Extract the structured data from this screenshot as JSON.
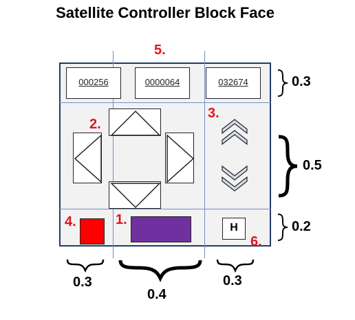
{
  "title": "Satellite Controller Block Face",
  "codes": [
    "000256",
    "0000064",
    "032674"
  ],
  "callouts": {
    "c1": "1.",
    "c2": "2.",
    "c3": "3.",
    "c4": "4.",
    "c5": "5.",
    "c6": "6."
  },
  "hold_label": "H",
  "ratios": {
    "row_top": "0.3",
    "row_mid": "0.5",
    "row_bottom": "0.2",
    "col_left": "0.3",
    "col_mid": "0.4",
    "col_right": "0.3"
  },
  "colors": {
    "callout": "#e0141e",
    "red_button": "#ff0000",
    "purple_button": "#7030a0",
    "face_background": "#f2f2f2",
    "face_border": "#223a66",
    "guide_lines": "#6f8fc8"
  },
  "icons": {
    "up": "triangle-up-icon",
    "down": "triangle-down-icon",
    "left": "triangle-left-icon",
    "right": "triangle-right-icon",
    "scroll_up": "double-chevron-up-icon",
    "scroll_down": "double-chevron-down-icon"
  }
}
